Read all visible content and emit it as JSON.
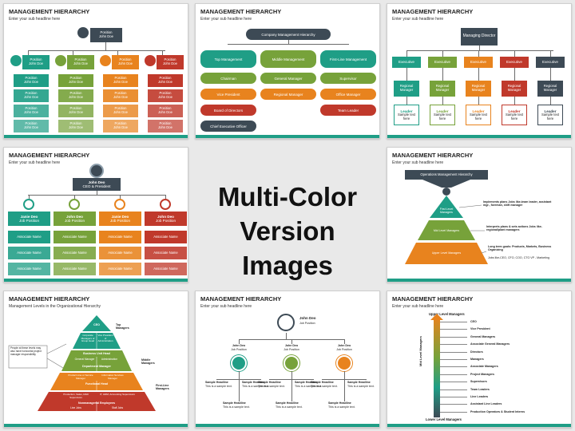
{
  "common": {
    "title": "MANAGEMENT HIERARCHY",
    "subtitle": "Enter your sub headline here"
  },
  "center": {
    "line1": "Multi-Color",
    "line2": "Version Images"
  },
  "colors": {
    "teal": "#1f9e86",
    "green": "#77a23a",
    "orange": "#e8831e",
    "red": "#c0392b",
    "dark": "#3d4a55"
  },
  "s1": {
    "top_label": "Position",
    "top_name": "John Doe",
    "col_label": "Position",
    "col_name": "John Doe",
    "cell_label": "Position",
    "cell_name": "John Doe"
  },
  "s2": {
    "header": "Company Management Hierarchy",
    "col_top": "Top Management",
    "col_middle": "Middle Management",
    "col_first": "First-Line Management",
    "top_items": [
      "Chairman",
      "Vice President",
      "Board of Directors",
      "Chief Executive Officer"
    ],
    "middle_items": [
      "General Manager",
      "Regional Manager"
    ],
    "first_items": [
      "Supervisor",
      "Office Manager",
      "Team Leader"
    ]
  },
  "s3": {
    "top": "Managing Director",
    "exec": "Executive",
    "regional": "Regional Manager",
    "leader": "Leader",
    "sample": "Sample text here"
  },
  "s4": {
    "top_name": "John Deo",
    "top_role": "CEO & President",
    "cols": [
      {
        "name": "Janie Deo",
        "role": "Job Position"
      },
      {
        "name": "John Deo",
        "role": "Job Position"
      },
      {
        "name": "Janie Deo",
        "role": "Job Position"
      },
      {
        "name": "John Deo",
        "role": "Job Position"
      }
    ],
    "assoc": "Associate Name"
  },
  "s5": {
    "header": "Operations Management Hierarchy",
    "levels": [
      "First Level Managers",
      "Mid Level Managers",
      "Upper Level Managers"
    ],
    "notes": [
      "Implements plans Jobs like-team leader, assistant mgr., foreman, shift manager",
      "Interprets plans & sets actions Jobs like-regional/plant managers",
      "Long term goals: Products, Markets, Business Organizing"
    ],
    "note3_sub": "Jobs like-CEO, CFO, COO, CTO VP - Marketing"
  },
  "s6": {
    "subtitle": "Management Levels in the Organizational Hierarchy",
    "ceo": "CEO",
    "top_left": "Corporate Managers of Group Head",
    "top_right": "Vice President of Administration",
    "bu_head": "Business Unit Head",
    "gm": "General Manager",
    "admin": "Administration",
    "dept": "Department Manager",
    "prod": "Product Line or Service Manager",
    "info": "Information Services Manager",
    "func": "Functional Head",
    "func_left": "Production, Sales, R&D Supervisors",
    "func_right": "IT, HRM, Accounting Supervisors",
    "nonmgr": "Nonmanagerial Employees",
    "line_jobs": "Line Jobs",
    "staff_jobs": "Staff Jobs",
    "label_top": "Top Managers",
    "label_mid": "Middle Managers",
    "label_first": "First-Line Managers",
    "callout": "People at these levels may also have horizontal project manager responsibility"
  },
  "s7": {
    "top_name": "John Deo",
    "top_role": "Job Position",
    "mid_name": "John Deo",
    "mid_role": "Job Position",
    "sample_head": "Sample Headline",
    "sample_text": "This is a sample text."
  },
  "s8": {
    "upper": "Upper Level Managers",
    "mid": "Mid Level Managers",
    "lower": "Lower Level Managers",
    "roles": [
      "CEO",
      "Vice President",
      "General Managers",
      "Associate General Managers",
      "Directors",
      "Managers",
      "Associate Managers",
      "Project Managers",
      "Supervisors",
      "Team Leaders",
      "Line Leaders",
      "Assistant Line Leaders",
      "Production Operators & Student Interns"
    ]
  }
}
